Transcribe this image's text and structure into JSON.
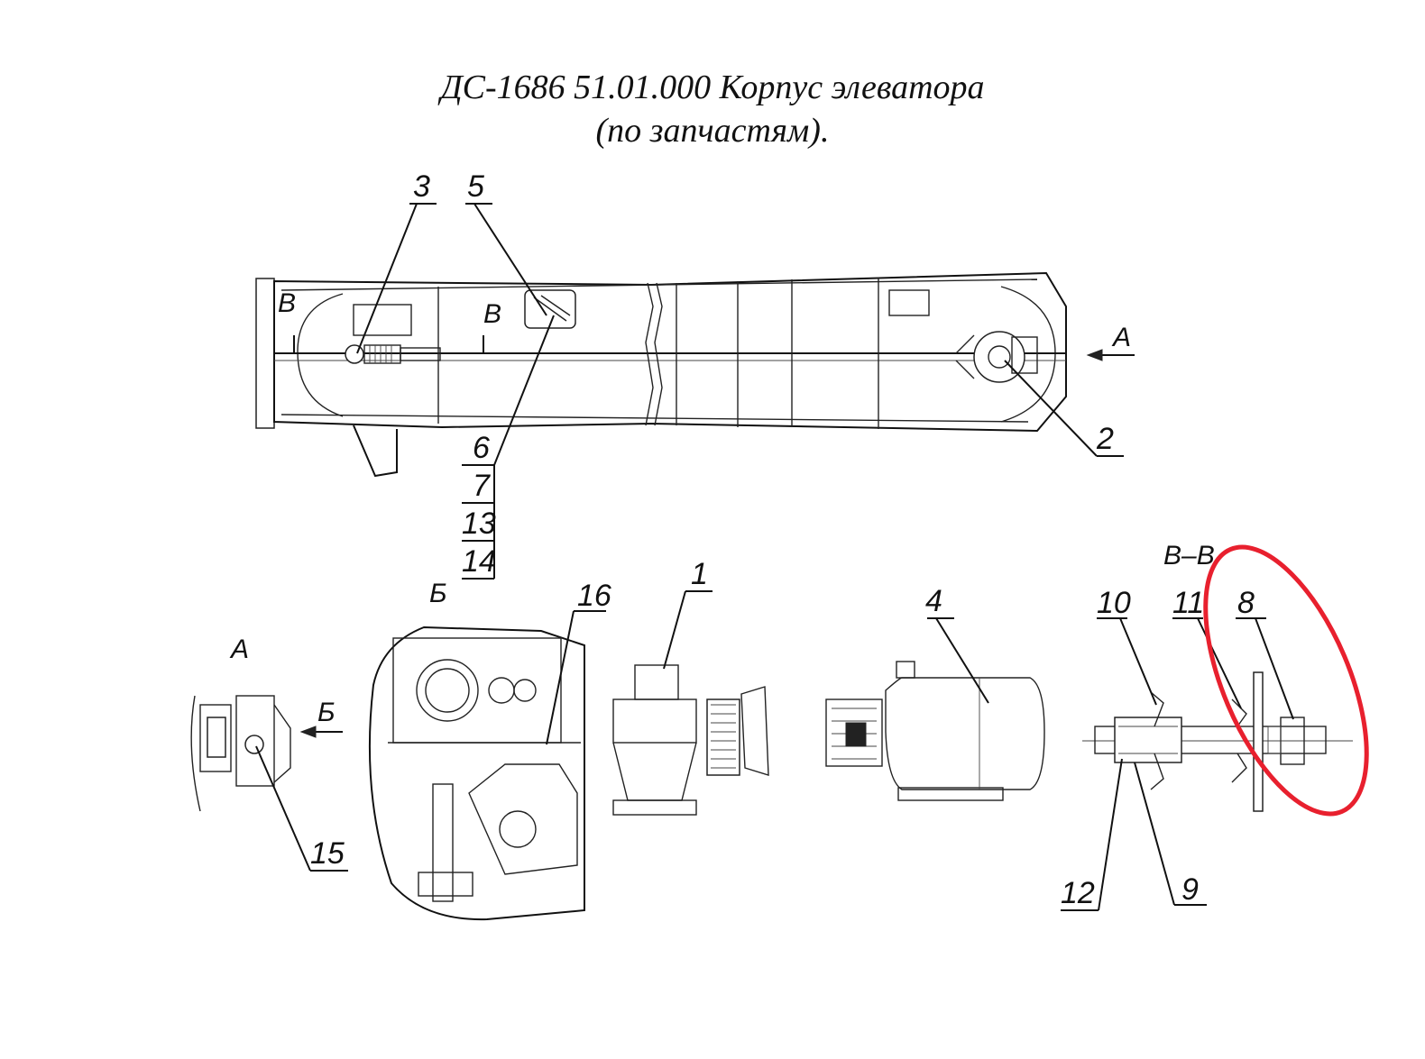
{
  "title": {
    "line1": "ДС-1686 51.01.000 Корпус элеватора",
    "line2": "(по запчастям)."
  },
  "views": {
    "A_arrow": "A",
    "A_view": "A",
    "B_arrow": "Б",
    "B_view": "Б",
    "V_left": "В",
    "V_right": "В",
    "V_section": "В–В"
  },
  "callouts": {
    "p1": "1",
    "p2": "2",
    "p3": "3",
    "p4": "4",
    "p5": "5",
    "p6": "6",
    "p7": "7",
    "p8": "8",
    "p9": "9",
    "p10": "10",
    "p11": "11",
    "p12": "12",
    "p13": "13",
    "p14": "14",
    "p15": "15",
    "p16": "16"
  },
  "highlight": {
    "color": "#e8202e",
    "target": "8"
  }
}
